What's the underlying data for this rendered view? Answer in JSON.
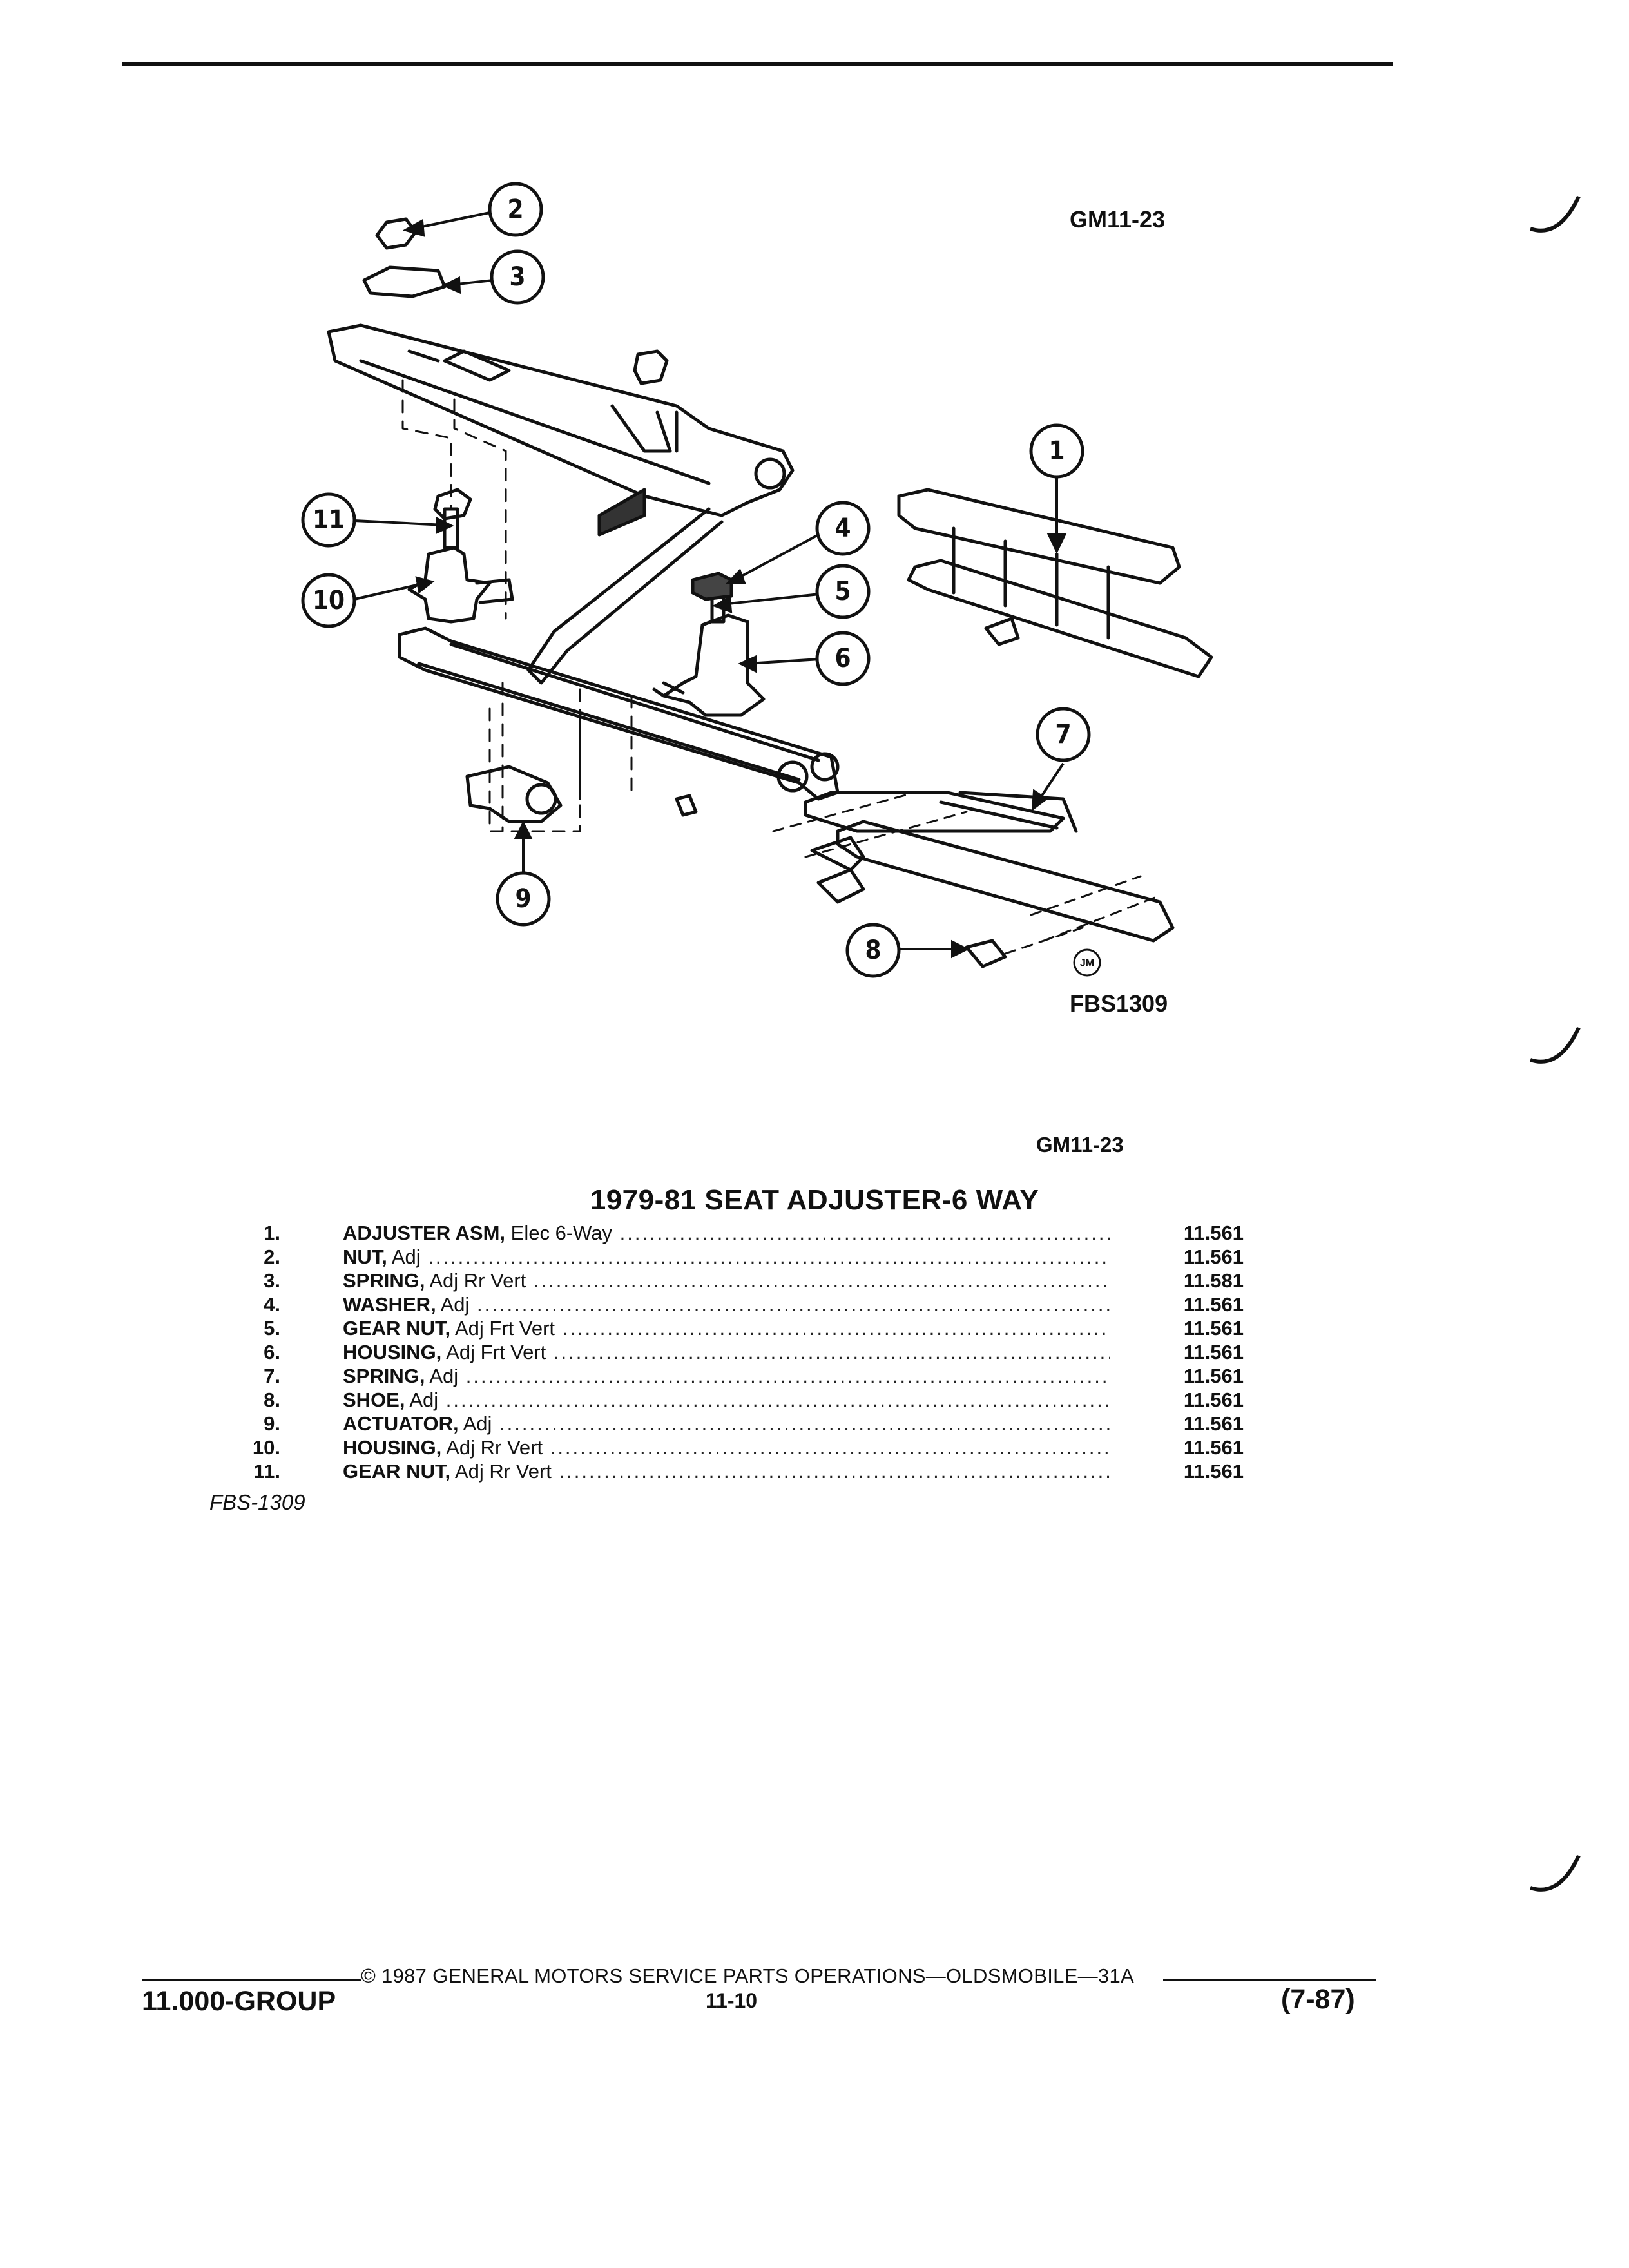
{
  "header": {
    "figure_code_top": "GM11-23"
  },
  "diagram": {
    "callouts": [
      "1",
      "2",
      "3",
      "4",
      "5",
      "6",
      "7",
      "8",
      "9",
      "10",
      "11"
    ],
    "image_code": "FBS1309",
    "logo_text": "JM"
  },
  "figure_code_bottom": "GM11-23",
  "parts_list": {
    "title": "1979-81 SEAT ADJUSTER-6 WAY",
    "rows": [
      {
        "no": "1.",
        "name": "ADJUSTER ASM,",
        "desc": " Elec 6-Way",
        "part": "11.561"
      },
      {
        "no": "2.",
        "name": "NUT,",
        "desc": " Adj",
        "part": "11.561"
      },
      {
        "no": "3.",
        "name": "SPRING,",
        "desc": " Adj Rr Vert",
        "part": "11.581"
      },
      {
        "no": "4.",
        "name": "WASHER,",
        "desc": " Adj",
        "part": "11.561"
      },
      {
        "no": "5.",
        "name": "GEAR NUT,",
        "desc": " Adj Frt Vert",
        "part": "11.561"
      },
      {
        "no": "6.",
        "name": "HOUSING,",
        "desc": " Adj Frt Vert",
        "part": "11.561"
      },
      {
        "no": "7.",
        "name": "SPRING,",
        "desc": " Adj",
        "part": "11.561"
      },
      {
        "no": "8.",
        "name": "SHOE,",
        "desc": " Adj",
        "part": "11.561"
      },
      {
        "no": "9.",
        "name": "ACTUATOR,",
        "desc": " Adj",
        "part": "11.561"
      },
      {
        "no": "10.",
        "name": "HOUSING,",
        "desc": " Adj Rr Vert",
        "part": "11.561"
      },
      {
        "no": "11.",
        "name": "GEAR NUT,",
        "desc": " Adj Rr Vert",
        "part": "11.561"
      }
    ],
    "footnote": "FBS-1309"
  },
  "footer": {
    "copyright": "© 1987 GENERAL MOTORS SERVICE PARTS OPERATIONS—OLDSMOBILE—31A",
    "group": "11.000-GROUP",
    "page": "11-10",
    "date_code": "(7-87)"
  }
}
